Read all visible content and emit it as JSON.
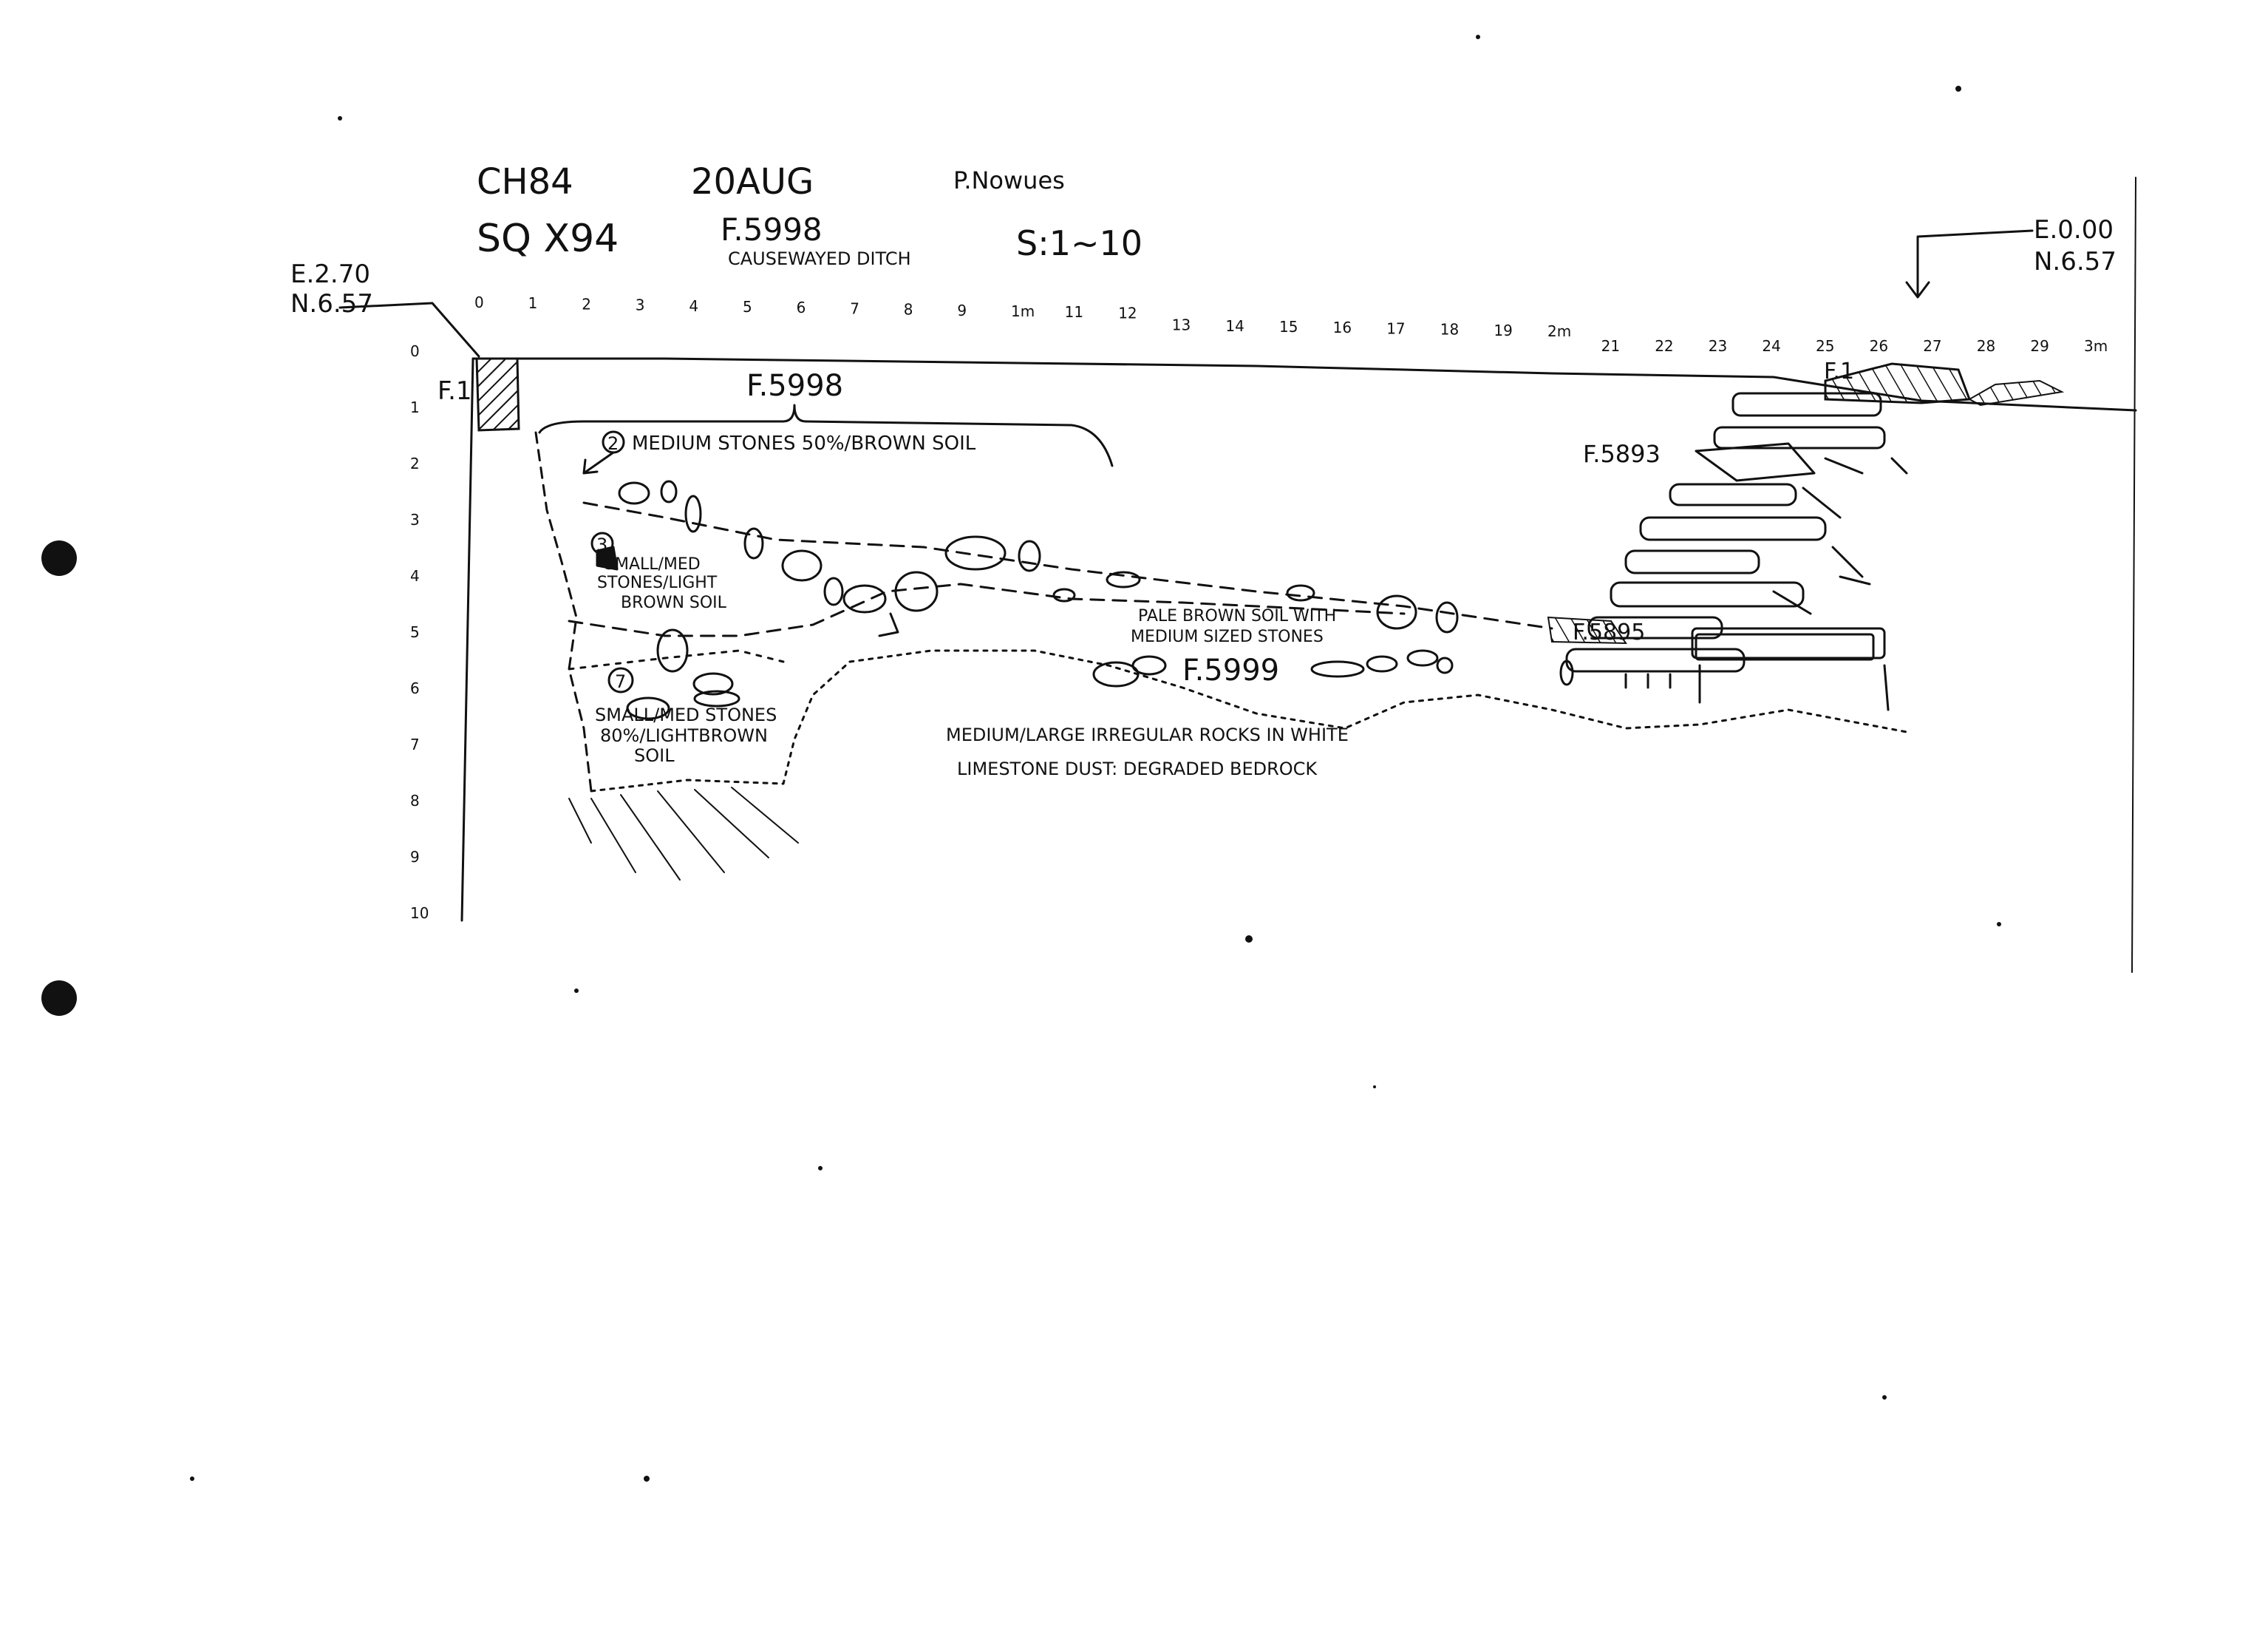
{
  "header": {
    "site": "CH84",
    "date": "20AUG",
    "recorder": "P.Nowues",
    "square": "SQ X94",
    "feature": "F.5998",
    "scale": "S:1~10",
    "feature_desc": "CAUSEWAYED DITCH"
  },
  "datums": {
    "left": [
      "E.2.70",
      "N.6.57"
    ],
    "right": [
      "E.0.00",
      "N.6.57"
    ]
  },
  "scale_top": [
    "0",
    "1",
    "2",
    "3",
    "4",
    "5",
    "6",
    "7",
    "8",
    "9",
    "1m",
    "11",
    "12",
    "13",
    "14",
    "15",
    "16",
    "17",
    "18",
    "19",
    "2m",
    "21",
    "22",
    "23",
    "24",
    "25",
    "26",
    "27",
    "28",
    "29",
    "3m"
  ],
  "scale_left": [
    "0",
    "1",
    "2",
    "3",
    "4",
    "5",
    "6",
    "7",
    "8",
    "9",
    "10"
  ],
  "features": {
    "f1_left": "F.1",
    "f1_right": "F.1",
    "f5998_main": "F.5998",
    "f5893": "F.5893",
    "f5895": "F.5895",
    "f5999": "F.5999"
  },
  "layers": {
    "l2_num": "2",
    "l2": "MEDIUM STONES 50%/BROWN SOIL",
    "l3_num": "3",
    "l3": [
      "SMALL/MED",
      "STONES/LIGHT",
      "BROWN SOIL"
    ],
    "l7_num": "7",
    "l7": [
      "SMALL/MED STONES",
      "80%/LIGHTBROWN",
      "SOIL"
    ],
    "pale": [
      "PALE BROWN SOIL WITH",
      "MEDIUM SIZED STONES"
    ],
    "bedrock": [
      "MEDIUM/LARGE IRREGULAR ROCKS IN WHITE",
      "LIMESTONE DUST: DEGRADED BEDROCK"
    ]
  }
}
